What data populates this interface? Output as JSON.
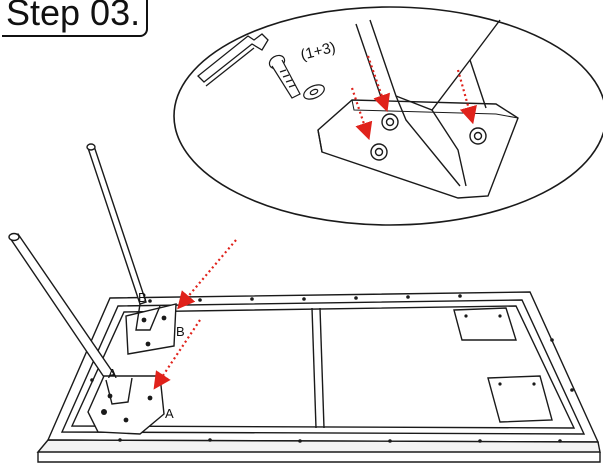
{
  "step": {
    "title": "Step 03."
  },
  "detail": {
    "count_label": "(1+3)"
  },
  "labels": {
    "leg_b_top": "B",
    "leg_b_side": "B",
    "leg_a_top": "A",
    "leg_a_side": "A"
  },
  "colors": {
    "line": "#1a1a1a",
    "arrow": "#e0221b",
    "fill": "#ffffff",
    "shade": "#f3f3f3"
  },
  "icons": [
    "hex-key-icon",
    "bolt-icon",
    "washer-icon"
  ]
}
